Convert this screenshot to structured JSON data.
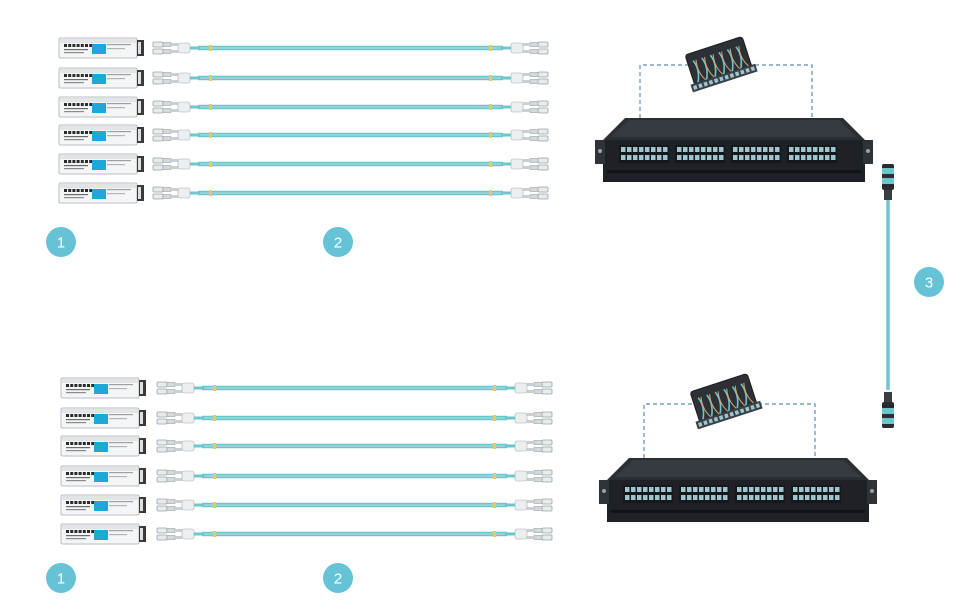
{
  "colors": {
    "badge": "#66c3d6",
    "cable": "#6cc6cc",
    "transceiver_label": "#1da8d8",
    "panel_body": "#1e2226",
    "port": "#9fc6cf",
    "dashed_link": "#5b8db5"
  },
  "groups": [
    {
      "id": "top",
      "transceiver_badge": "1",
      "cable_badge": "2"
    },
    {
      "id": "bottom",
      "transceiver_badge": "1",
      "cable_badge": "2"
    }
  ],
  "trunk_badge": "3",
  "icons": [
    "sfp-transceiver-icon",
    "lc-duplex-patch-cable-icon",
    "fiber-enclosure-icon",
    "cassette-module-icon",
    "mtp-trunk-cable-icon"
  ]
}
